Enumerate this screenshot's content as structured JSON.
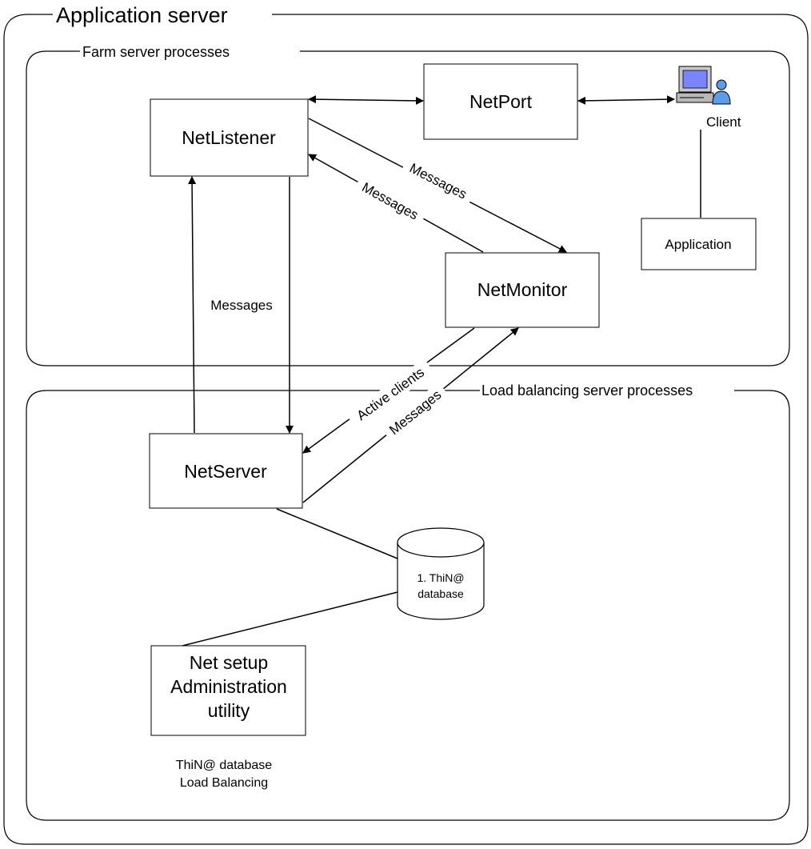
{
  "containers": {
    "application_server": "Application server",
    "farm_processes": "Farm server processes",
    "load_balancing_processes": "Load balancing server processes"
  },
  "nodes": {
    "netlistener": "NetListener",
    "netport": "NetPort",
    "netmonitor": "NetMonitor",
    "netserver": "NetServer",
    "client": "Client",
    "application": "Application",
    "database": [
      "1. ThiN@",
      "database"
    ],
    "net_setup": [
      "Net setup",
      "Administration",
      "utility"
    ]
  },
  "edge_labels": {
    "listener_to_monitor": "Messages",
    "monitor_to_listener": "Messages",
    "server_to_listener": "Messages",
    "monitor_to_server": "Active clients",
    "server_to_monitor": "Messages"
  },
  "caption": [
    "ThiN@ database",
    "Load Balancing"
  ],
  "icons": {
    "client": "computer-user-icon",
    "database": "database-cylinder-icon"
  }
}
